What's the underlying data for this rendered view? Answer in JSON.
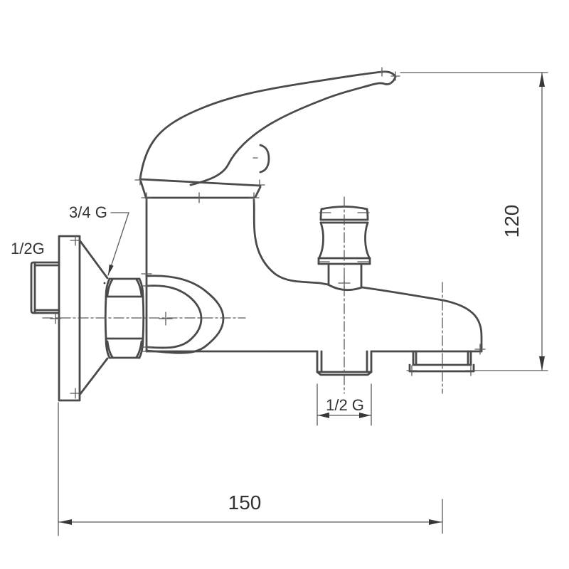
{
  "drawing": {
    "type": "technical-drawing",
    "subject": "wall-mounted single-lever bath mixer faucet, side view with dimensions",
    "labels": {
      "wall_connection": "1/2G",
      "nut_connection": "3/4 G",
      "shower_outlet": "1/2 G",
      "height": "120",
      "width": "150"
    },
    "colors": {
      "background": "#ffffff",
      "object_line": "#4a4a4a",
      "thin_line": "#5a5a5a",
      "arrow": "#383838",
      "text": "#333333"
    }
  }
}
